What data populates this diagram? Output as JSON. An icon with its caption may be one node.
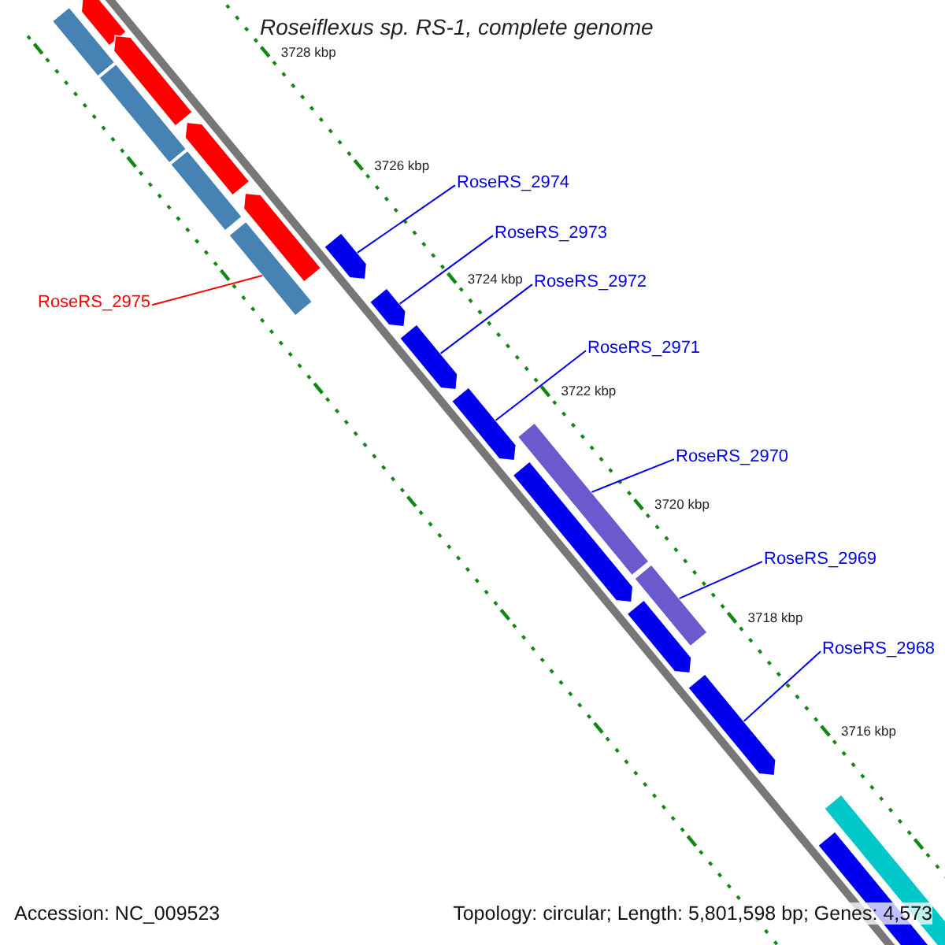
{
  "diagram": {
    "title": "Roseiflexus sp. RS-1, complete genome",
    "nodes": [
      {
        "text": [
          "RoseRS_2974"
        ]
      },
      {
        "text": [
          "RoseRS_2973"
        ]
      },
      {
        "text": [
          "RoseRS_2972"
        ]
      },
      {
        "text": [
          "RoseRS_2975"
        ]
      },
      {
        "text": [
          "RoseRS_2971"
        ]
      },
      {
        "text": [
          "RoseRS_2970"
        ]
      },
      {
        "text": [
          "RoseRS_2969"
        ]
      },
      {
        "text": [
          "RoseRS_2968"
        ]
      },
      {
        "text": [],
        "shape": "pentagon"
      },
      {
        "text": [],
        "shape": "pentagon"
      },
      {
        "text": [],
        "shape": "pentagon"
      },
      {
        "text": [],
        "shape": "pentagon"
      },
      {
        "text": [],
        "shape": "bar"
      },
      {
        "text": [],
        "shape": "bar"
      },
      {
        "text": [],
        "shape": "bar"
      },
      {
        "text": [],
        "shape": "bar"
      },
      {
        "text": [],
        "shape": "pentagon"
      },
      {
        "text": [],
        "shape": "pentagon"
      },
      {
        "text": [],
        "shape": "pentagon"
      },
      {
        "text": [],
        "shape": "pentagon"
      },
      {
        "text": [],
        "shape": "pentagon"
      },
      {
        "text": [],
        "shape": "bar"
      },
      {
        "text": [],
        "shape": "pentagon"
      },
      {
        "text": [],
        "shape": "bar"
      },
      {
        "text": [],
        "shape": "pentagon"
      },
      {
        "text": [],
        "shape": "bar"
      },
      {
        "text": [],
        "shape": "pentagon"
      }
    ],
    "edges": [
      {
        "from": 0,
        "to": 16,
        "arrow": "none"
      },
      {
        "from": 1,
        "to": 17,
        "arrow": "none"
      },
      {
        "from": 2,
        "to": 18,
        "arrow": "none"
      },
      {
        "from": 3,
        "to": 15,
        "arrow": "none",
        "color": "#ff0000"
      },
      {
        "from": 4,
        "to": 19,
        "arrow": "none"
      },
      {
        "from": 5,
        "to": 21,
        "arrow": "none"
      },
      {
        "from": 6,
        "to": 23,
        "arrow": "none"
      },
      {
        "from": 7,
        "to": 24,
        "arrow": "none"
      }
    ],
    "labels": [
      "3728 kbp",
      "3726 kbp",
      "3724 kbp",
      "3722 kbp",
      "3720 kbp",
      "3718 kbp",
      "3716 kbp",
      "Accession: NC_009523",
      "Topology: circular; Length: 5,801,598 bp; Genes: 4,573"
    ]
  }
}
